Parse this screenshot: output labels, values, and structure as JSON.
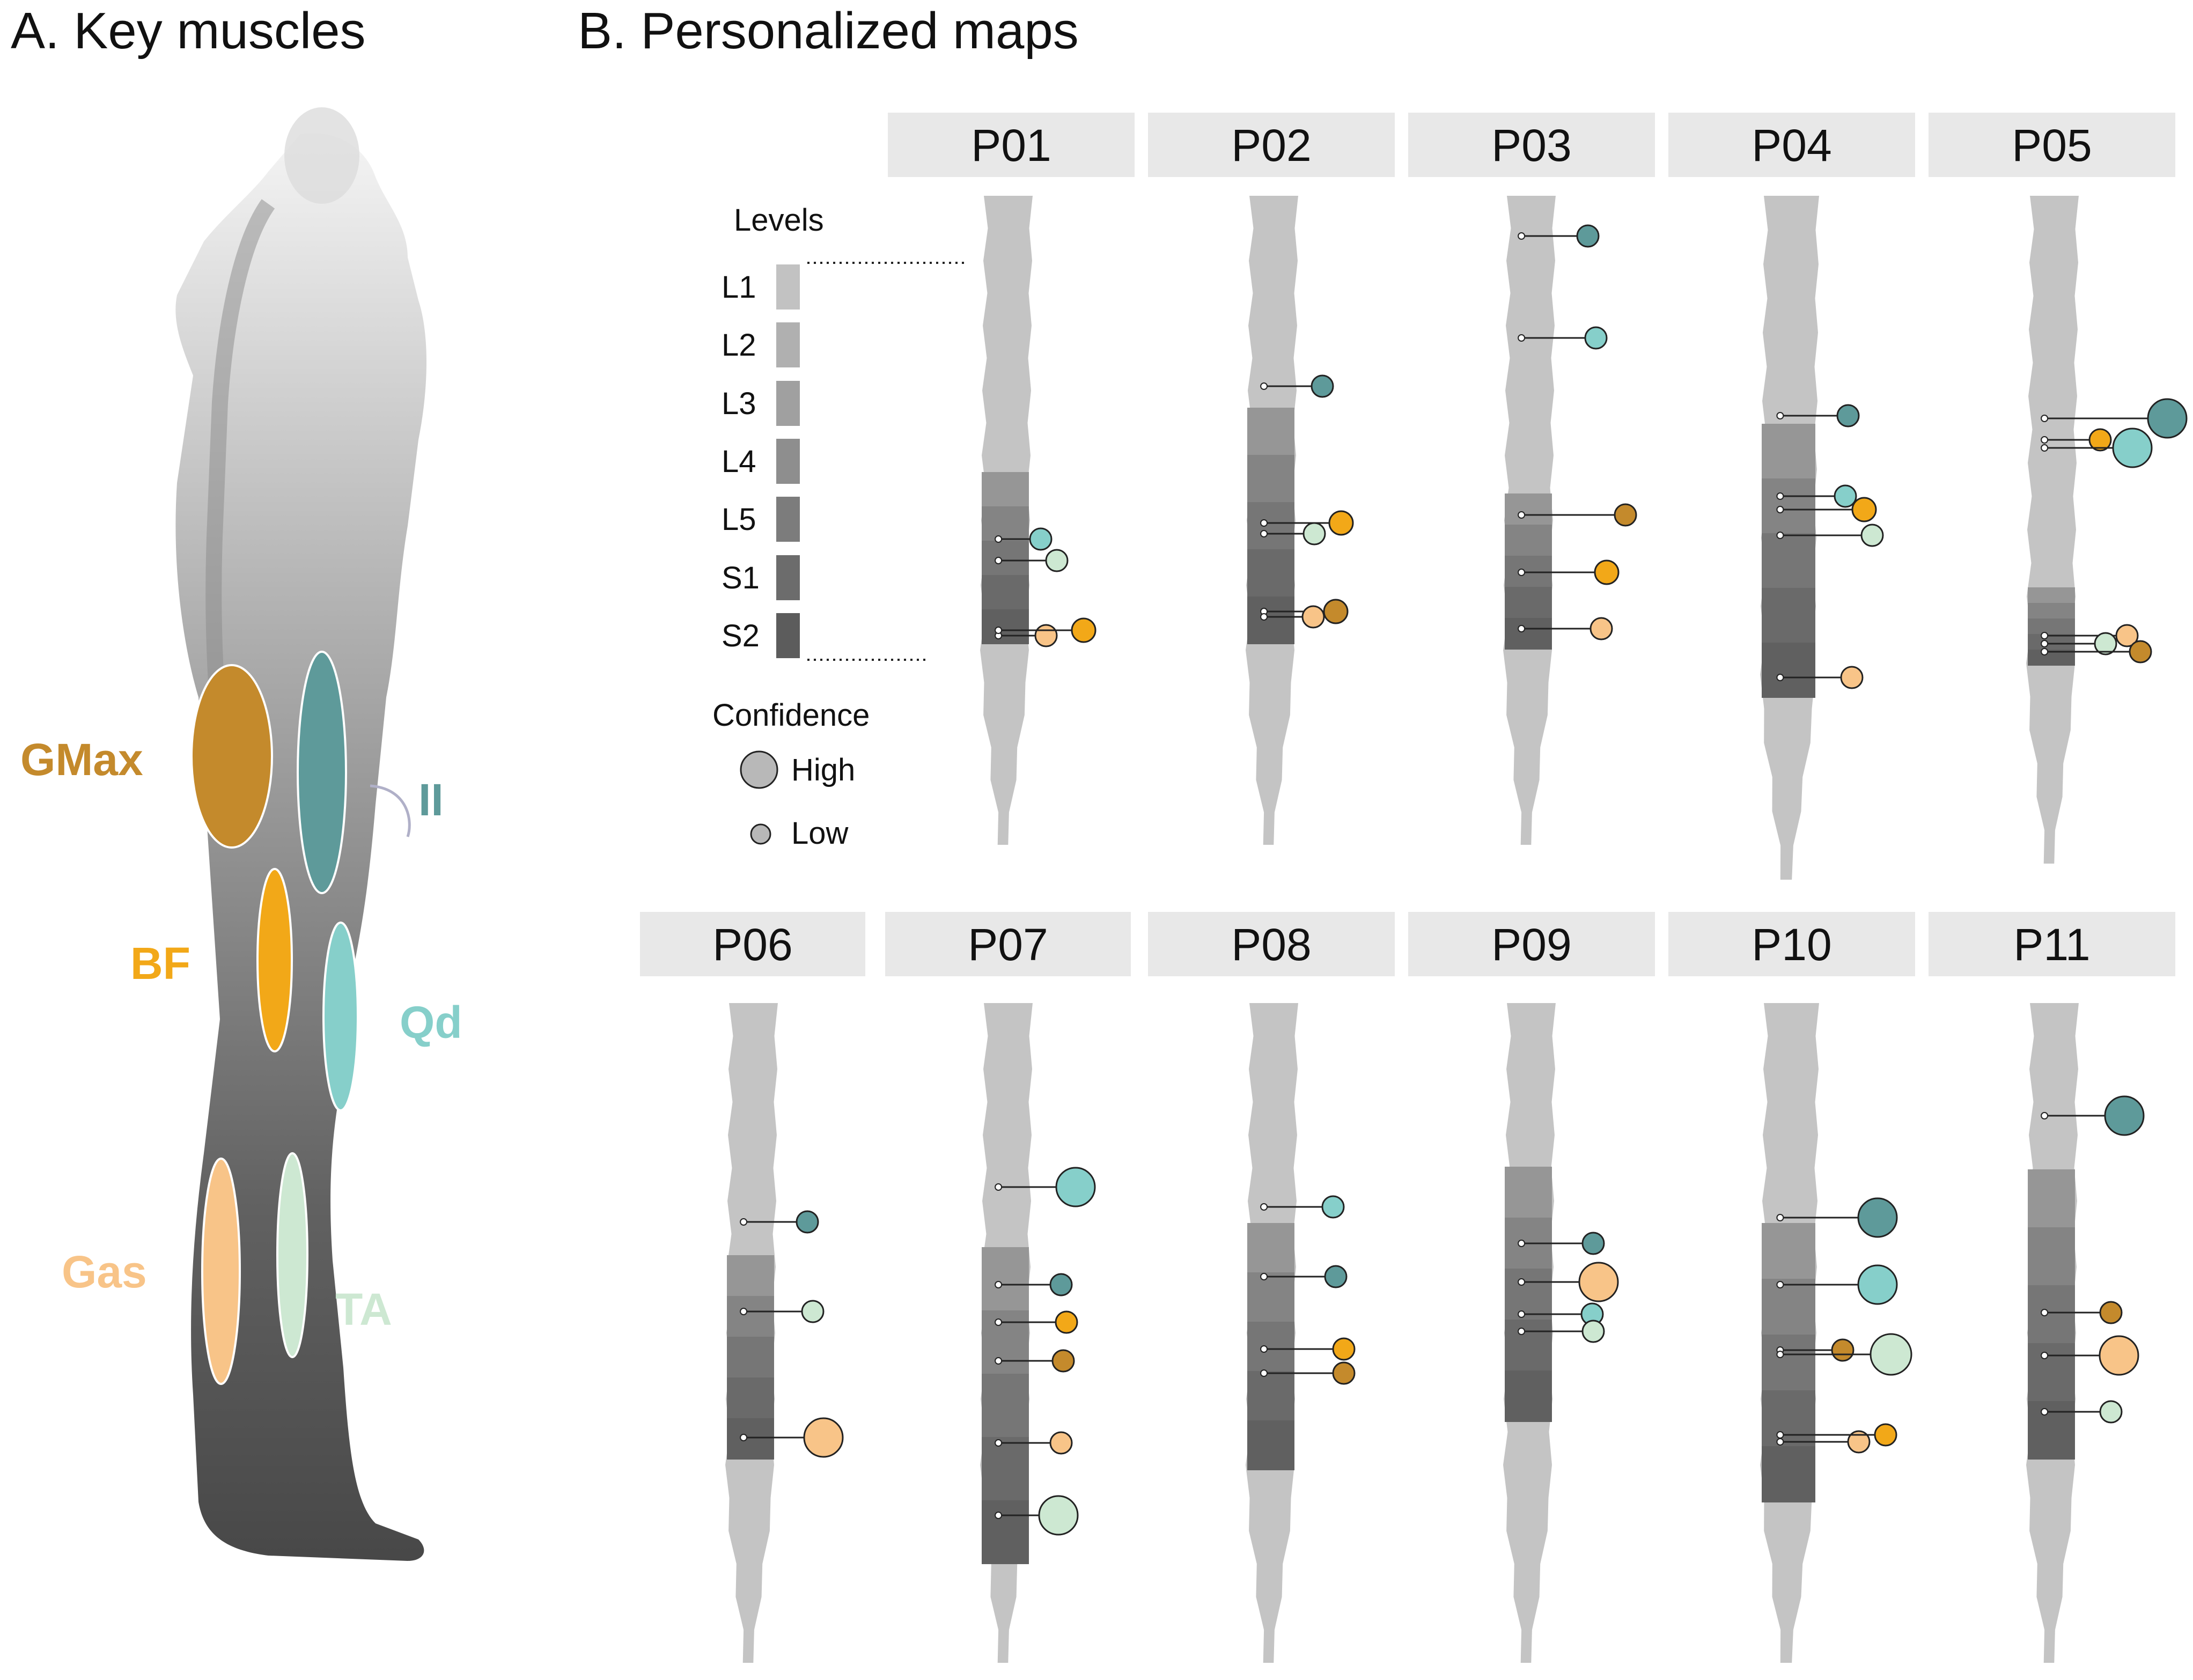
{
  "panel_a": {
    "title": "A. Key muscles",
    "muscles": [
      {
        "label": "GMax",
        "color": "#c48a2c"
      },
      {
        "label": "II",
        "color": "#5e9a9a"
      },
      {
        "label": "BF",
        "color": "#f2a818"
      },
      {
        "label": "Qd",
        "color": "#86cfca"
      },
      {
        "label": "Gas",
        "color": "#f8c488"
      },
      {
        "label": "TA",
        "color": "#cde8d2"
      }
    ]
  },
  "panel_b": {
    "title": "B. Personalized maps",
    "legend": {
      "levels_title": "Levels",
      "levels": [
        "L1",
        "L2",
        "L3",
        "L4",
        "L5",
        "S1",
        "S2"
      ],
      "confidence_title": "Confidence",
      "high": "High",
      "low": "Low"
    },
    "participants": [
      "P01",
      "P02",
      "P03",
      "P04",
      "P05",
      "P06",
      "P07",
      "P08",
      "P09",
      "P10",
      "P11"
    ]
  },
  "colors": {
    "GMax": "#c48a2c",
    "II": "#5e9a9a",
    "BF": "#f2a818",
    "Qd": "#86cfca",
    "Gas": "#f8c488",
    "TA": "#cde8d2",
    "header_bg": "#e8e8e8"
  }
}
